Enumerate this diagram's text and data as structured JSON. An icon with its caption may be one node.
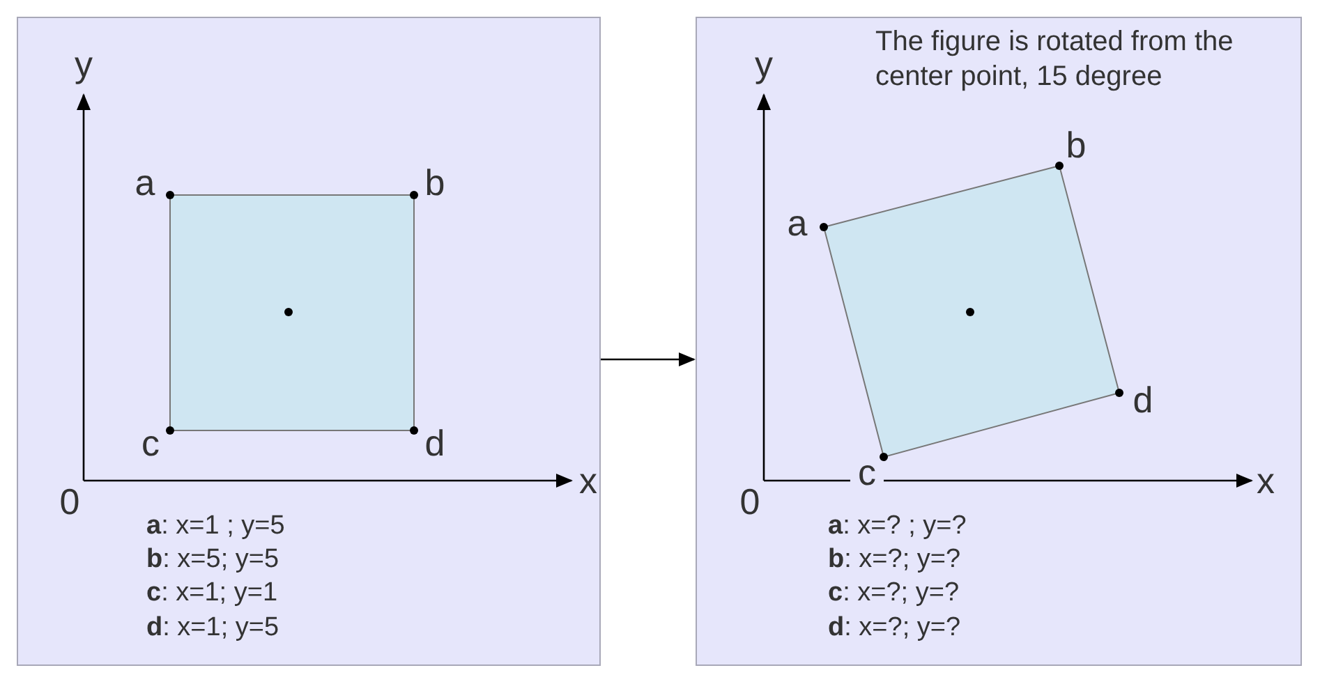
{
  "diagram": {
    "nodes": [
      {
        "text": [],
        "shape": "box"
      },
      {
        "text": [],
        "shape": "box"
      }
    ],
    "edges": [
      {
        "from": 0,
        "to": 1,
        "arrow": "to"
      }
    ],
    "labels": [
      "y",
      "a",
      "b",
      "c",
      "d",
      "0",
      "x",
      "**a**: x=1 ; y=5",
      "**b**: x=5; y=5",
      "**c**: x=1; y=1",
      "**d**: x=1; y=5",
      "The figure is rotated from the center point, 15 degree",
      "y",
      "b",
      "a",
      "d",
      "c",
      "0",
      "x",
      "**a**: x=? ; y=?",
      "**b**: x=?; y=?",
      "**c**: x=?; y=?",
      "**d**: x=?; y=?"
    ]
  }
}
